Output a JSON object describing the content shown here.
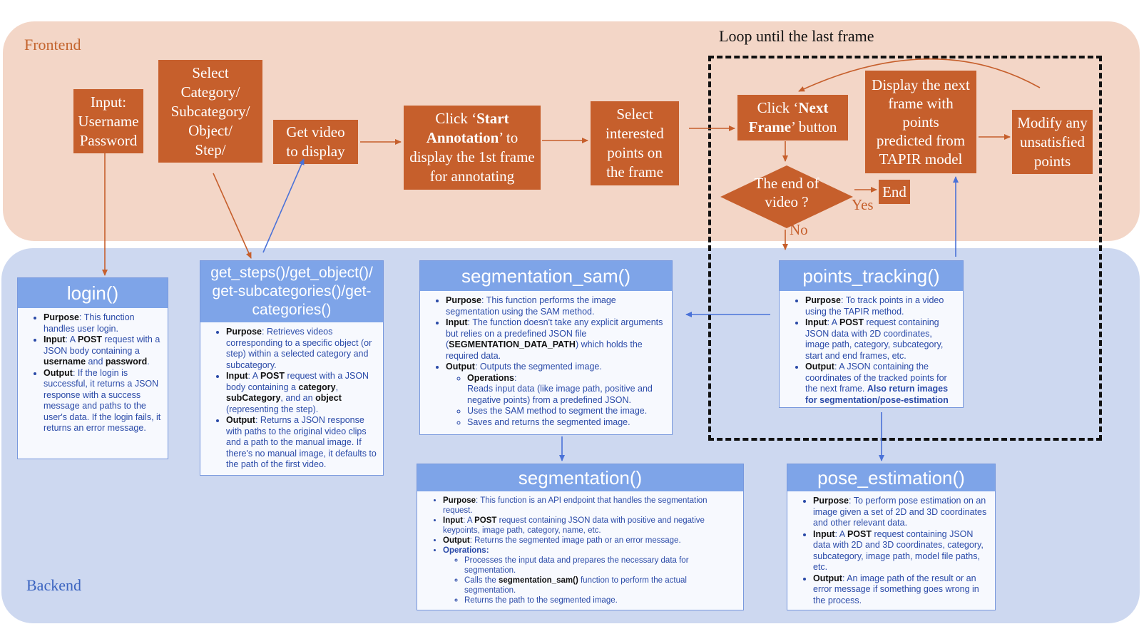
{
  "bands": {
    "frontend": "Frontend",
    "backend": "Backend"
  },
  "loop_label": "Loop until the last frame",
  "frontend_steps": {
    "input": [
      "Input:",
      "Username",
      "Password"
    ],
    "select": [
      "Select",
      "Category/",
      "Subcategory/",
      "Object/",
      "Step/"
    ],
    "get_video": [
      "Get video",
      "to display"
    ],
    "click_start": {
      "pre": "Click ‘",
      "bold": "Start Annotation",
      "post": "’ to display the 1st frame for annotating"
    },
    "select_points": [
      "Select",
      "interested",
      "points on",
      "the frame"
    ],
    "click_next": {
      "pre": "Click ‘",
      "bold": "Next Frame",
      "post": "’ button"
    },
    "decision": [
      "The end of",
      "video ?"
    ],
    "end": "End",
    "yes": "Yes",
    "no": "No",
    "display_next": [
      "Display the next",
      "frame with",
      "points",
      "predicted from",
      "TAPIR model"
    ],
    "modify": [
      "Modify any",
      "unsatisfied",
      "points"
    ]
  },
  "functions": {
    "login": {
      "title": "login()",
      "purpose_k": "Purpose",
      "purpose": ": This function handles user login.",
      "input_k": "Input",
      "input_a": ": A ",
      "input_post": "POST",
      "input_b": " request with a JSON body containing a ",
      "input_user": "username",
      "input_and": " and ",
      "input_pass": "password",
      "input_end": ".",
      "output_k": "Output",
      "output": ": If the login is successful, it returns a JSON response with a success message and paths to the user's data. If the login fails, it returns an error message."
    },
    "get_steps": {
      "title": "get_steps()/get_object()/ get-subcategories()/get-categories()",
      "purpose_k": "Purpose",
      "purpose": ": Retrieves videos corresponding to a specific object (or step) within a selected category and subcategory.",
      "input_k": "Input",
      "input_a": ": A ",
      "input_post": "POST",
      "input_b": " request with a JSON body containing a ",
      "input_cat": "category",
      "input_c": ", ",
      "input_sub": "subCategory",
      "input_d": ", and an ",
      "input_obj": "object",
      "input_e": " (representing the step).",
      "output_k": "Output",
      "output": ": Returns a JSON response with paths to the original video clips and a path to the manual image. If there's no manual image, it defaults to the path of the first video."
    },
    "seg_sam": {
      "title": "segmentation_sam()",
      "purpose_k": "Purpose",
      "purpose": ": This function performs the image segmentation using the SAM method.",
      "input_k": "Input",
      "input_a": ": The function doesn't take any explicit arguments but relies on a predefined JSON file (",
      "input_path": "SEGMENTATION_DATA_PATH",
      "input_b": ") which holds the required data.",
      "output_k": "Output",
      "output": ": Outputs the segmented image.",
      "ops_k": "Operations",
      "ops_colon": ":",
      "ops": [
        "Reads input data (like image path, positive and negative points) from a predefined JSON.",
        "Uses the SAM method to segment the image.",
        "Saves and returns the segmented image."
      ]
    },
    "points_tracking": {
      "title": "points_tracking()",
      "purpose_k": "Purpose",
      "purpose": ": To track points in a video using the TAPIR method.",
      "input_k": "Input",
      "input_a": ": A ",
      "input_post": "POST",
      "input_b": " request containing JSON data with 2D coordinates, image path, category, subcategory, start and end frames, etc.",
      "output_k": "Output",
      "output": ": A JSON containing the coordinates of the tracked points for the next frame. ",
      "output_bold": "Also return images for segmentation/pose-estimation"
    },
    "segmentation": {
      "title": "segmentation()",
      "purpose_k": "Purpose",
      "purpose": ": This function is an API endpoint that handles the segmentation request.",
      "input_k": "Input",
      "input_a": ": A ",
      "input_post": "POST",
      "input_b": " request containing JSON data with positive and negative keypoints, image path, category, name, etc.",
      "output_k": "Output",
      "output": ": Returns the segmented image path or an error message.",
      "ops_k": "Operations:",
      "op1": "Processes the input data and prepares the necessary data for segmentation.",
      "op2_a": "Calls the ",
      "op2_fn": "segmentation_sam()",
      "op2_b": " function to perform the actual segmentation.",
      "op3": "Returns the path to the segmented image."
    },
    "pose": {
      "title": "pose_estimation()",
      "purpose_k": "Purpose",
      "purpose": ": To perform pose estimation on an image given a set of 2D and 3D coordinates and other relevant data.",
      "input_k": "Input",
      "input_a": ": A ",
      "input_post": "POST",
      "input_b": " request containing JSON data with 2D and 3D coordinates, category, subcategory, image path, model file paths, etc.",
      "output_k": "Output",
      "output": ": An image path of the result or an error message if something goes wrong in the process."
    }
  },
  "colors": {
    "frontend_bg": "#f3d6c7",
    "backend_bg": "#cdd8f0",
    "orange": "#c65f2c",
    "blue_head": "#7ea4e8",
    "blue_text": "#2a4aa8",
    "arrow_blue": "#4a72d8"
  }
}
